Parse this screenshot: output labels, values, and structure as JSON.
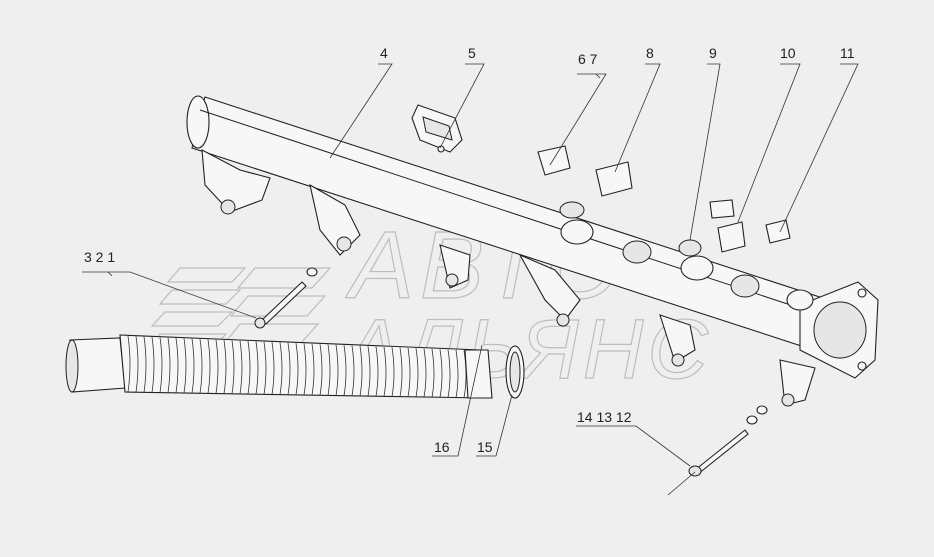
{
  "watermark": {
    "line1": "АВТО",
    "line2": "АЛЬЯНС"
  },
  "callouts": {
    "c4": "4",
    "c5": "5",
    "c67": "6 7",
    "c8": "8",
    "c9": "9",
    "c10": "10",
    "c11": "11",
    "c321": "3 2 1",
    "c16": "16",
    "c15": "15",
    "c141312": "14 13 12"
  }
}
